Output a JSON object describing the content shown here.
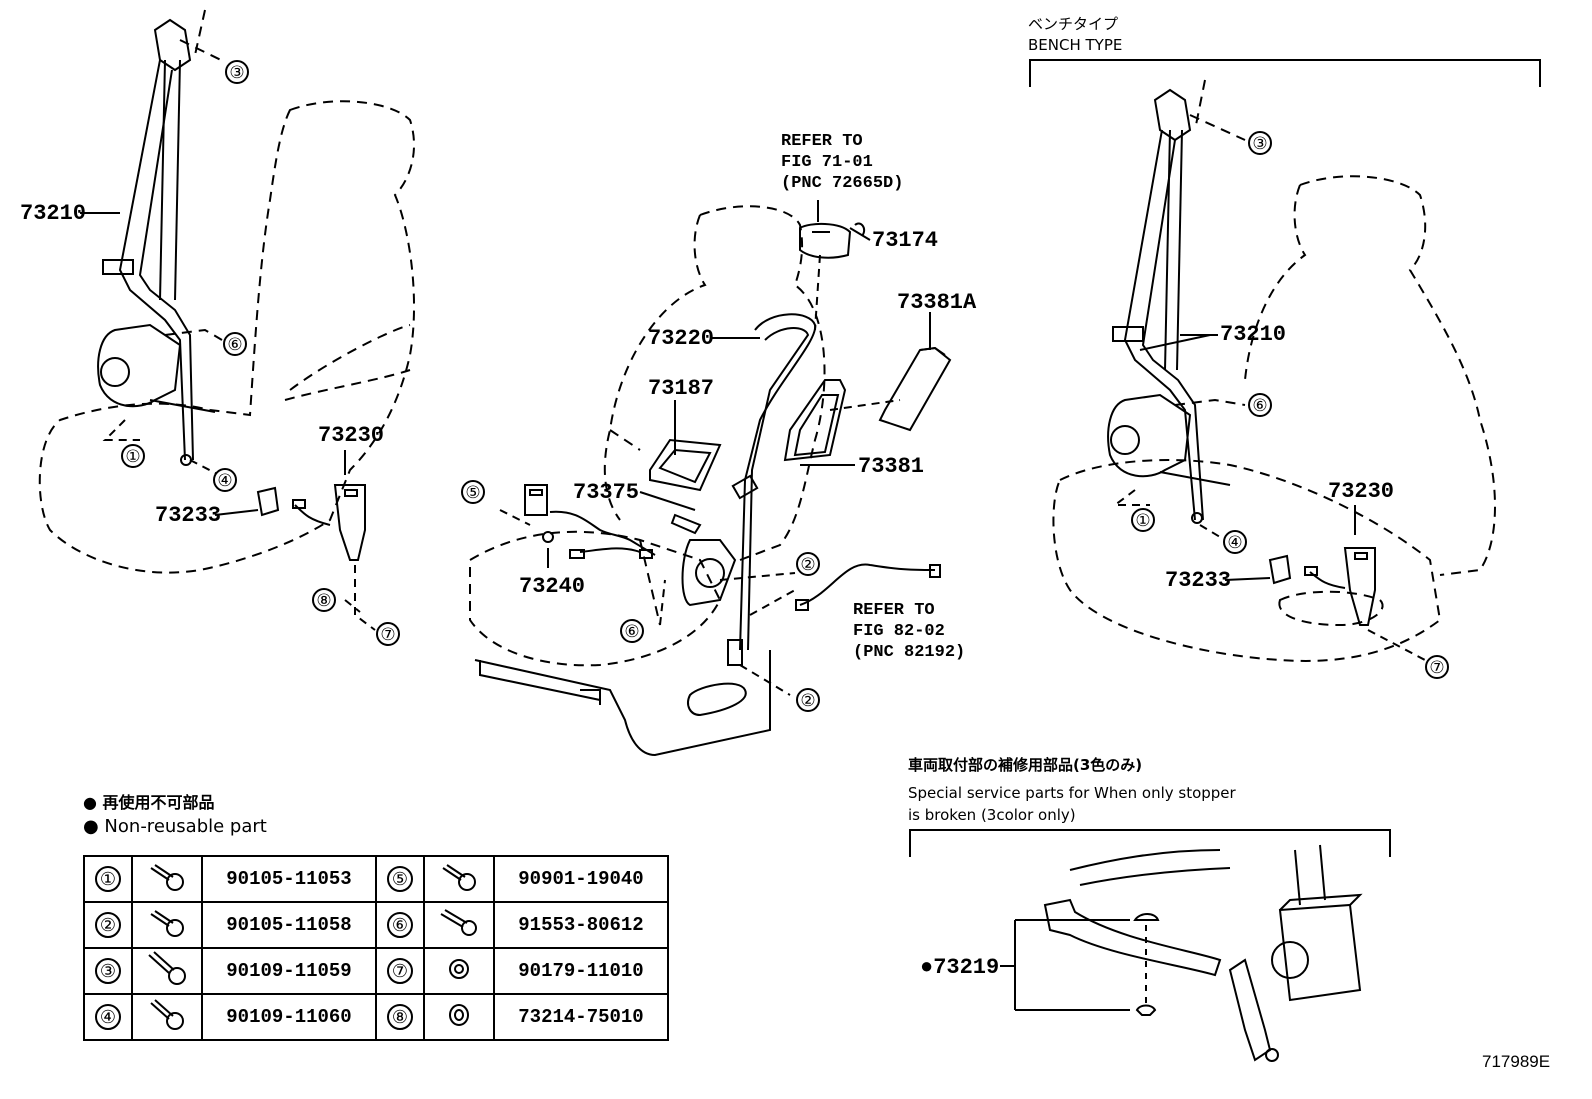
{
  "callouts": {
    "c_73210_left": "73210",
    "c_73233_left": "73233",
    "c_73230_left": "73230",
    "c_73220": "73220",
    "c_73187": "73187",
    "c_73375": "73375",
    "c_73240": "73240",
    "c_73381": "73381",
    "c_73381A": "73381A",
    "c_73174": "73174",
    "c_73210_right": "73210",
    "c_73230_right": "73230",
    "c_73233_right": "73233",
    "c_73219": "●73219"
  },
  "refs": {
    "refer_top": "REFER TO\nFIG 71-01\n(PNC 72665D)",
    "refer_mid": "REFER TO\nFIG 82-02\n(PNC 82192)"
  },
  "bench": {
    "jp": "ベンチタイプ",
    "en": "BENCH TYPE"
  },
  "special": {
    "jp": "車両取付部の補修用部品(3色のみ)",
    "en_line1": "Special service parts for When only stopper",
    "en_line2": "is broken (3color only)"
  },
  "legend": {
    "jp": "● 再使用不可部品",
    "en": "● Non-reusable part"
  },
  "figure_id": "717989E",
  "circle_numbers": [
    "①",
    "②",
    "③",
    "④",
    "⑤",
    "⑥",
    "⑦",
    "⑧"
  ],
  "parts_table": [
    {
      "left_no": "①",
      "left_pn": "90105-11053",
      "right_no": "⑤",
      "right_pn": "90901-19040"
    },
    {
      "left_no": "②",
      "left_pn": "90105-11058",
      "right_no": "⑥",
      "right_pn": "91553-80612"
    },
    {
      "left_no": "③",
      "left_pn": "90109-11059",
      "right_no": "⑦",
      "right_pn": "90179-11010"
    },
    {
      "left_no": "④",
      "left_pn": "90109-11060",
      "right_no": "⑧",
      "right_pn": "73214-75010"
    }
  ]
}
